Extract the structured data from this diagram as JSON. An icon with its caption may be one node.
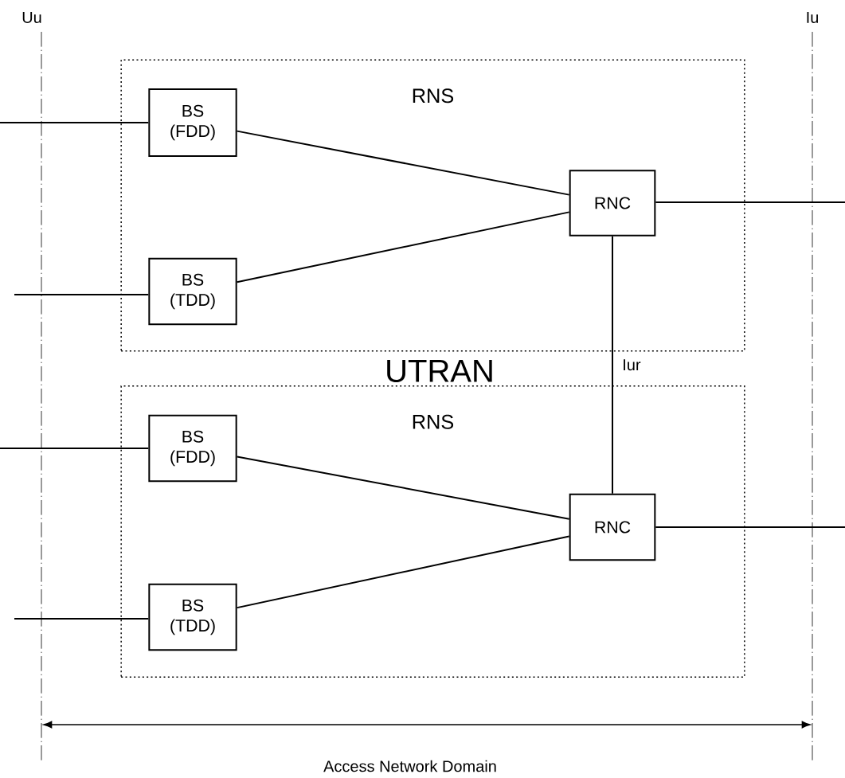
{
  "diagram": {
    "nodes": [
      {
        "text": [
          "RNS"
        ]
      },
      {
        "text": [
          "BS (FDD)"
        ],
        "in": 0
      },
      {
        "text": [
          "RNC"
        ],
        "in": 0
      },
      {
        "text": [
          "BS (TDD)"
        ],
        "in": 0
      },
      {
        "text": [
          "RNS"
        ]
      },
      {
        "text": [
          "BS (FDD)"
        ],
        "in": 4
      },
      {
        "text": [
          "RNC"
        ],
        "in": 4
      },
      {
        "text": [
          "BS (TDD)"
        ],
        "in": 4
      }
    ],
    "edges": [
      {
        "from": null,
        "to": 1,
        "arrow": "none"
      },
      {
        "from": null,
        "to": 3,
        "arrow": "none"
      },
      {
        "from": null,
        "to": 5,
        "arrow": "none"
      },
      {
        "from": null,
        "to": 7,
        "arrow": "none"
      },
      {
        "from": 1,
        "to": 2,
        "arrow": "none"
      },
      {
        "from": 3,
        "to": 2,
        "arrow": "none"
      },
      {
        "from": 5,
        "to": 6,
        "arrow": "none"
      },
      {
        "from": 7,
        "to": 6,
        "arrow": "none"
      },
      {
        "from": 2,
        "to": 6,
        "arrow": "none",
        "label": "Iur"
      },
      {
        "from": 2,
        "to": null,
        "arrow": "none"
      },
      {
        "from": 6,
        "to": null,
        "arrow": "none"
      }
    ],
    "labels": [
      "Uu",
      "Iu",
      "UTRAN",
      "Access Network Domain"
    ]
  }
}
